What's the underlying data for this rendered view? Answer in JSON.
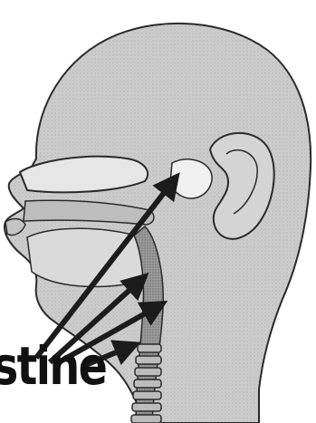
{
  "illustration": {
    "subject": "head-anatomy-cross-section",
    "colors": {
      "skin": "#cfcfcf",
      "outline": "#2a2a2a",
      "cavity": "#e6e6e6",
      "arrow": "#1c1c1c",
      "background": "#ffffff"
    }
  },
  "label": {
    "text": "stine"
  },
  "arrows": {
    "count": 4
  }
}
